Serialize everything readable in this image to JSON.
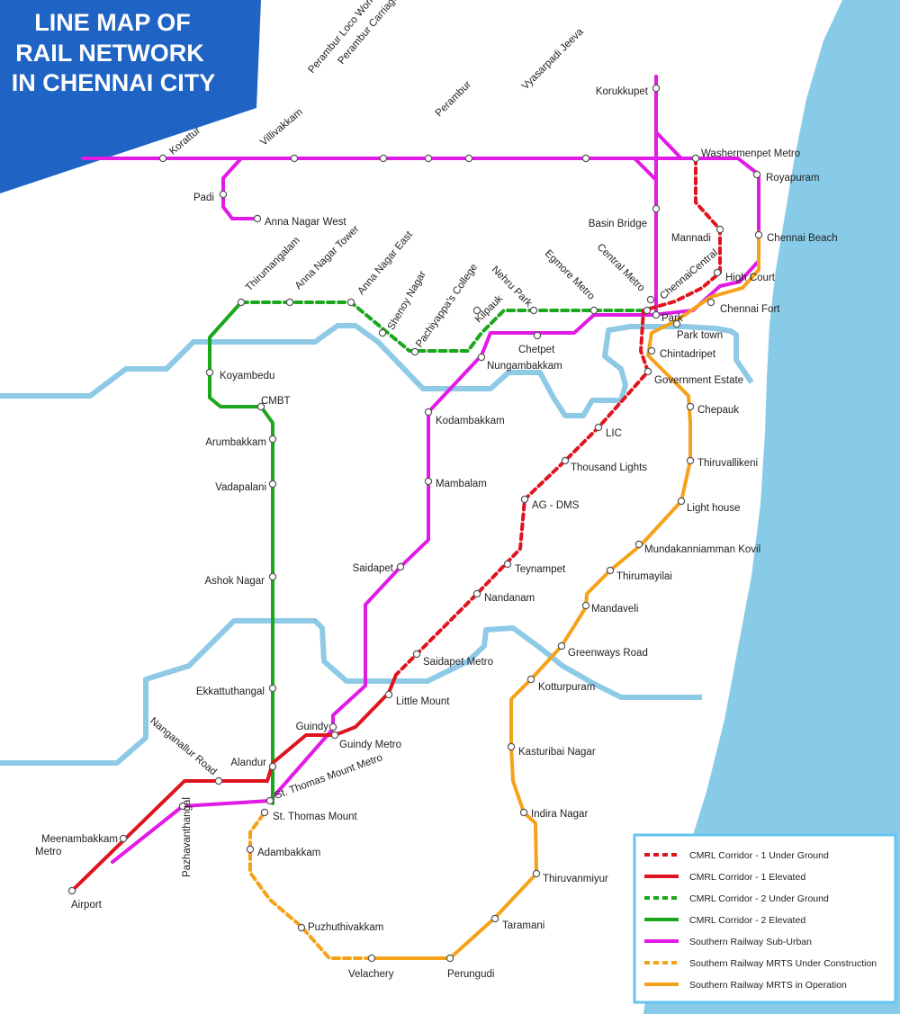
{
  "title": [
    "LINE MAP OF",
    "RAIL NETWORK",
    "IN CHENNAI CITY"
  ],
  "colors": {
    "sea": "#88cbe8",
    "water": "#8ecae6",
    "title_bg": "#1f63c4",
    "cmrl1": "#e0141e",
    "cmrl2": "#1aa71b",
    "suburban": "#e11ae6",
    "mrts": "#f4a21a"
  },
  "legend": [
    {
      "label": "CMRL Corridor - 1 Under Ground",
      "line": "cmrl1",
      "dashed": true
    },
    {
      "label": "CMRL Corridor - 1 Elevated",
      "line": "cmrl1",
      "dashed": false
    },
    {
      "label": "CMRL Corridor - 2 Under Ground",
      "line": "cmrl2",
      "dashed": true
    },
    {
      "label": "CMRL Corridor - 2 Elevated",
      "line": "cmrl2",
      "dashed": false
    },
    {
      "label": "Southern Railway Sub-Urban",
      "line": "suburban",
      "dashed": false
    },
    {
      "label": "Southern Railway MRTS Under Construction",
      "line": "mrts",
      "dashed": true
    },
    {
      "label": "Southern Railway MRTS in Operation",
      "line": "mrts",
      "dashed": false
    }
  ],
  "stations": {
    "korattur": "Korattur",
    "villivakkam": "Villivakkam",
    "perambur_loco_works": "Perambur Loco Works",
    "perambur_carriage_works": "Perambur Carriage Works",
    "perambur": "Perambur",
    "vyasarpadi_jeeva": "Vyasarpadi Jeeva",
    "korukkupet": "Korukkupet",
    "washermenpet_metro": "Washermenpet Metro",
    "royapuram": "Royapuram",
    "padi": "Padi",
    "anna_nagar_west": "Anna Nagar West",
    "basin_bridge": "Basin Bridge",
    "mannadi": "Mannadi",
    "chennai_beach": "Chennai Beach",
    "high_court": "High Court",
    "chennai_fort": "Chennai Fort",
    "thirumangalam": "Thirumangalam",
    "anna_nagar_tower": "Anna Nagar Tower",
    "anna_nagar_east": "Anna Nagar East",
    "shenoy_nagar": "Shenoy Nagar",
    "pachiyappas_college": "Pachiyappa's College",
    "kilpauk": "Kilpauk",
    "nehru_park": "Nehru Park",
    "egmore_metro": "Egmore Metro",
    "central_metro": "Central Metro",
    "chennai_central": "ChennaiCentral",
    "park": "Park",
    "park_town": "Park town",
    "chintadripet": "Chintadripet",
    "government_estate": "Government Estate",
    "chetpet": "Chetpet",
    "nungambakkam": "Nungambakkam",
    "koyambedu": "Koyambedu",
    "cmbt": "CMBT",
    "kodambakkam": "Kodambakkam",
    "chepauk": "Chepauk",
    "arumbakkam": "Arumbakkam",
    "lic": "LIC",
    "thousand_lights": "Thousand Lights",
    "thiruvallikeni": "Thiruvallikeni",
    "vadapalani": "Vadapalani",
    "mambalam": "Mambalam",
    "ag_dms": "AG - DMS",
    "light_house": "Light house",
    "mundakanniamman_kovil": "Mundakanniamman Kovil",
    "saidapet": "Saidapet",
    "teynampet": "Teynampet",
    "thirumayilai": "Thirumayilai",
    "ashok_nagar": "Ashok Nagar",
    "nandanam": "Nandanam",
    "mandaveli": "Mandaveli",
    "greenways_road": "Greenways Road",
    "saidapet_metro": "Saidapet Metro",
    "kotturpuram": "Kotturpuram",
    "ekkattuthangal": "Ekkattuthangal",
    "little_mount": "Little Mount",
    "guindy": "Guindy",
    "guindy_metro": "Guindy Metro",
    "kasturibai_nagar": "Kasturibai Nagar",
    "nanganallur_road": "Nanganallur Road",
    "alandur": "Alandur",
    "st_thomas_mount_metro": "St. Thomas Mount Metro",
    "st_thomas_mount": "St. Thomas Mount",
    "indira_nagar": "Indira Nagar",
    "meenambakkam_metro_1": "Meenambakkam",
    "meenambakkam_metro_2": "Metro",
    "pazhavanthangal": "Pazhavanthangal",
    "adambakkam": "Adambakkam",
    "thiruvanmiyur": "Thiruvanmiyur",
    "airport": "Airport",
    "taramani": "Taramani",
    "puzhuthivakkam": "Puzhuthivakkam",
    "velachery": "Velachery",
    "perungudi": "Perungudi"
  }
}
